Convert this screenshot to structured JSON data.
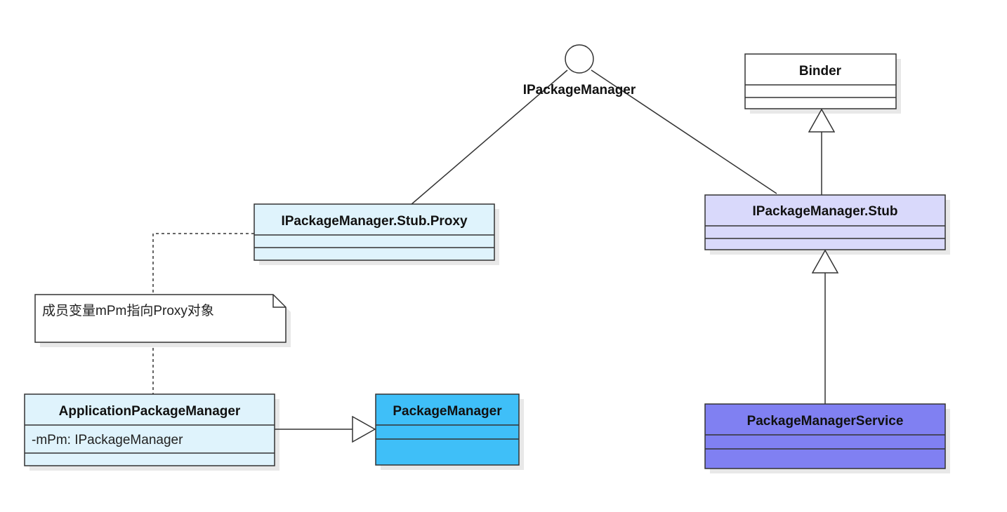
{
  "interface": {
    "name": "IPackageManager"
  },
  "classes": {
    "binder": {
      "name": "Binder",
      "fill": "#ffffff"
    },
    "stub": {
      "name": "IPackageManager.Stub",
      "fill": "#d9d9fb"
    },
    "proxy": {
      "name": "IPackageManager.Stub.Proxy",
      "fill": "#dff3fc"
    },
    "app_pm": {
      "name": "ApplicationPackageManager",
      "attribute": "-mPm: IPackageManager",
      "fill": "#dff3fc"
    },
    "package_manager": {
      "name": "PackageManager",
      "fill": "#3fbff8"
    },
    "pms": {
      "name": "PackageManagerService",
      "fill": "#8080f2"
    }
  },
  "note": {
    "text": "成员变量mPm指向Proxy对象"
  },
  "colors": {
    "stroke": "#333333",
    "shadow": "#e6e6e6"
  }
}
